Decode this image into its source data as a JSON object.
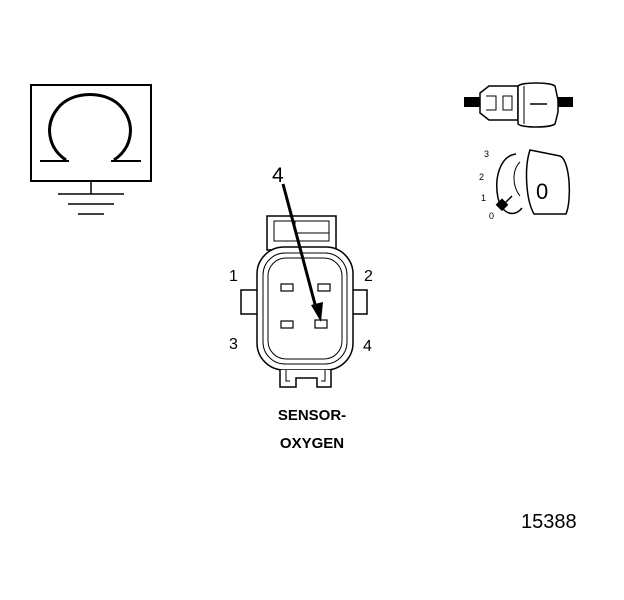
{
  "callout_pin": "4",
  "pins": {
    "p1": "1",
    "p2": "2",
    "p3": "3",
    "p4": "4"
  },
  "connector_caption": {
    "line1": "SENSOR-",
    "line2": "OXYGEN"
  },
  "key_positions": {
    "k3": "3",
    "k2": "2",
    "k1": "1",
    "k0": "0"
  },
  "key_symbol": "0",
  "figure_number": "15388",
  "icons": [
    "ohmmeter-symbol-icon",
    "ground-symbol-icon",
    "connector-plug-icon",
    "ignition-key-icon"
  ]
}
